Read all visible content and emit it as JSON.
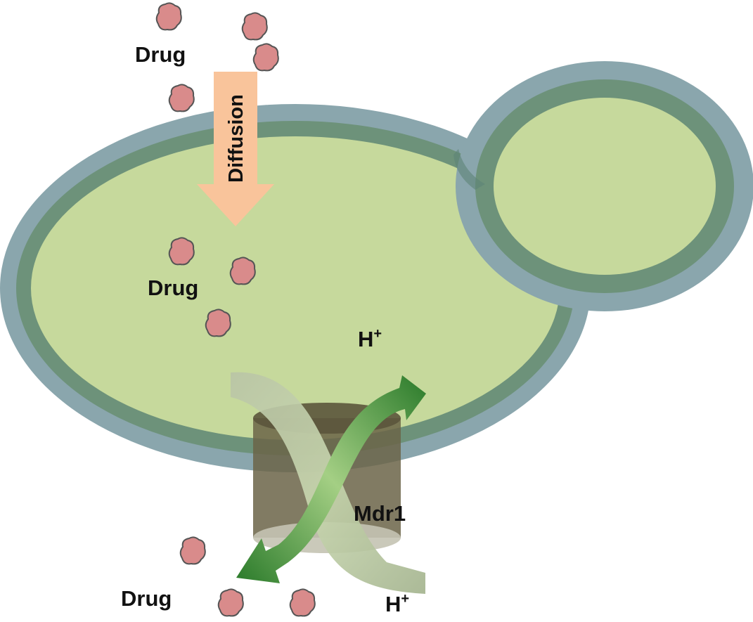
{
  "labels": {
    "drug_outside_top": "Drug",
    "diffusion": "Diffusion",
    "drug_inside": "Drug",
    "h_plus_inside": "H",
    "h_plus_inside_sup": "+",
    "transporter": "Mdr1",
    "drug_outside_bottom": "Drug",
    "h_plus_outside": "H",
    "h_plus_outside_sup": "+"
  },
  "colors": {
    "membrane_outer": "#8aa6ad",
    "membrane_inner": "#6d927a",
    "cytoplasm": "#c6d99c",
    "drug_molecule": "#d98b8b",
    "drug_outline": "#555555",
    "diffusion_arrow": "#f9c49b",
    "transporter_body": "#6b6448",
    "efflux_arrow": "#2e7d2e",
    "proton_arrow": "#a8b896"
  }
}
